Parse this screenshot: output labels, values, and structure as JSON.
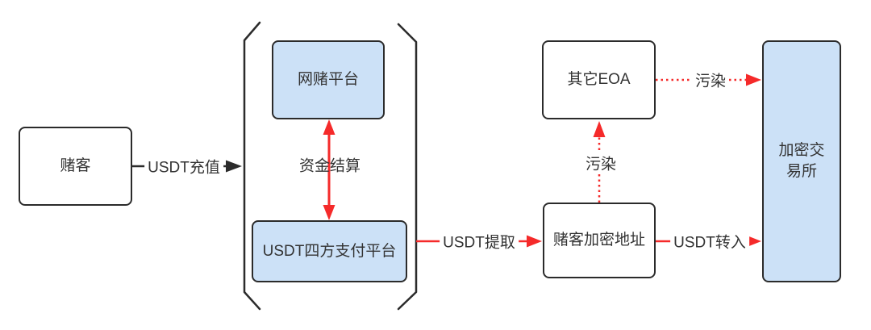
{
  "colors": {
    "background": "#ffffff",
    "node_border": "#2b2b2b",
    "node_fill_blue": "#cce1f7",
    "node_fill_white": "#ffffff",
    "arrow_red": "#f52a2a",
    "arrow_black": "#2b2b2b",
    "text": "#333333"
  },
  "nodes": {
    "gambler": {
      "label": "赌客",
      "fill": "white"
    },
    "gambling_platform": {
      "label": "网赌平台",
      "fill": "blue"
    },
    "payment_platform": {
      "label": "USDT四方支付平台",
      "fill": "blue"
    },
    "other_eoa": {
      "label": "其它EOA",
      "fill": "white"
    },
    "gambler_crypto_address": {
      "label": "赌客加密地址",
      "fill": "white"
    },
    "crypto_exchange": {
      "label": "加密交易所",
      "fill": "blue"
    }
  },
  "edges": {
    "usdt_deposit": {
      "label": "USDT充值",
      "from": "gambler",
      "to": "platform_group",
      "style": "solid",
      "color": "black",
      "direction": "right"
    },
    "fund_settlement": {
      "label": "资金结算",
      "from": "gambling_platform",
      "to": "payment_platform",
      "style": "solid",
      "color": "red",
      "direction": "both"
    },
    "usdt_withdraw": {
      "label": "USDT提取",
      "from": "platform_group",
      "to": "gambler_crypto_address",
      "style": "solid",
      "color": "red",
      "direction": "right"
    },
    "taint_to_eoa": {
      "label": "污染",
      "from": "gambler_crypto_address",
      "to": "other_eoa",
      "style": "dotted",
      "color": "red",
      "direction": "up"
    },
    "taint_to_exchange": {
      "label": "污染",
      "from": "other_eoa",
      "to": "crypto_exchange",
      "style": "dotted",
      "color": "red",
      "direction": "right"
    },
    "usdt_transfer_in": {
      "label": "USDT转入",
      "from": "gambler_crypto_address",
      "to": "crypto_exchange",
      "style": "solid",
      "color": "red",
      "direction": "right"
    }
  }
}
